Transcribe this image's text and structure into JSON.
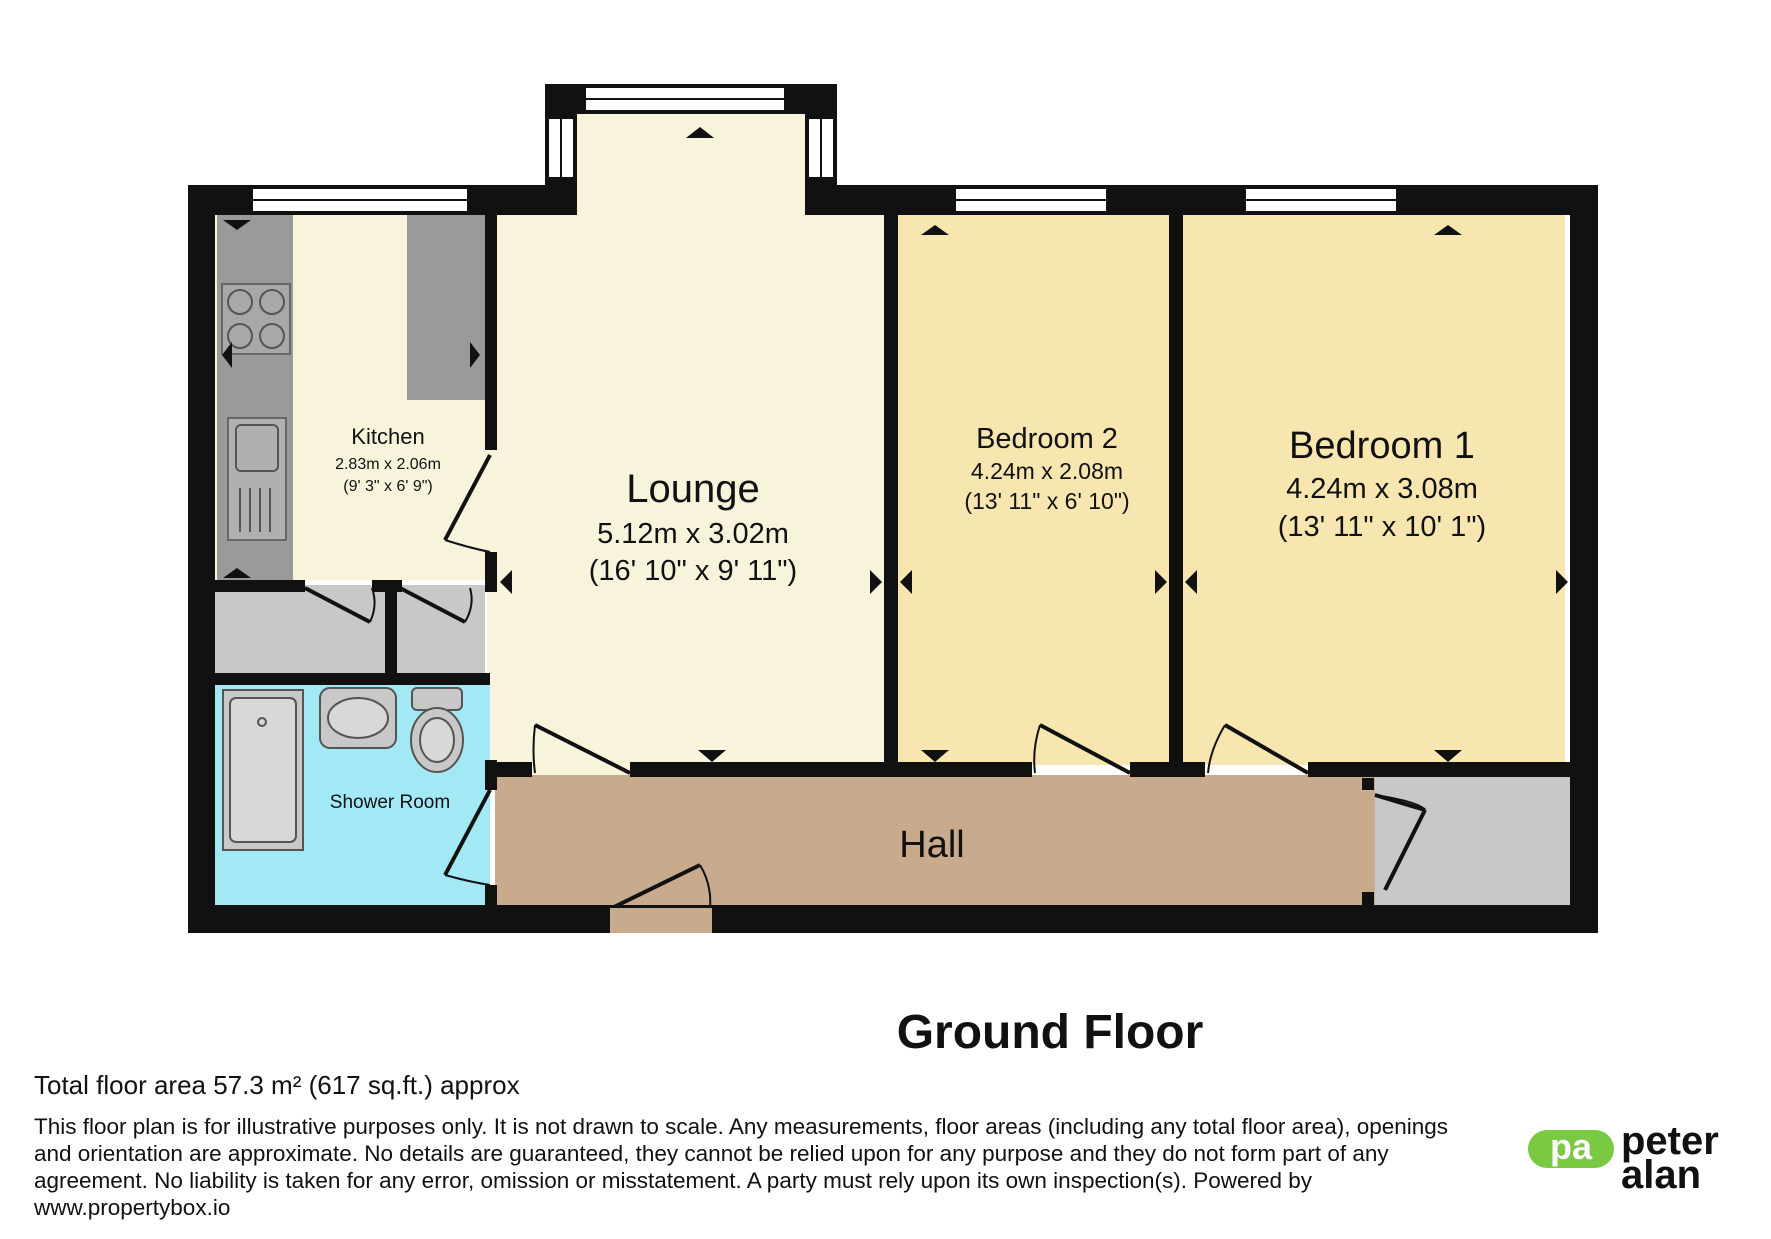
{
  "plan": {
    "rooms": [
      {
        "id": "kitchen",
        "name": "Kitchen",
        "dims_m": "2.83m x 2.06m",
        "dims_ft": "(9' 3\" x 6' 9\")"
      },
      {
        "id": "lounge",
        "name": "Lounge",
        "dims_m": "5.12m x 3.02m",
        "dims_ft": "(16' 10\" x 9' 11\")"
      },
      {
        "id": "bedroom2",
        "name": "Bedroom 2",
        "dims_m": "4.24m x 2.08m",
        "dims_ft": "(13' 11\" x 6' 10\")"
      },
      {
        "id": "bedroom1",
        "name": "Bedroom 1",
        "dims_m": "4.24m x 3.08m",
        "dims_ft": "(13' 11\" x 10' 1\")"
      },
      {
        "id": "shower",
        "name": "Shower Room"
      },
      {
        "id": "hall",
        "name": "Hall"
      }
    ],
    "colors": {
      "wall": "#111111",
      "lounge": "#f8f4dc",
      "kitchen": "#f8f4dc",
      "bedroom": "#f7e6b0",
      "hall": "#c8ab8c",
      "shower": "#a3e9f5",
      "storage": "#c8c8c8",
      "fixture": "#9a9a9a"
    }
  },
  "floor_title": "Ground Floor",
  "total_area": "Total floor area 57.3 m² (617 sq.ft.) approx",
  "disclaimer": "This floor plan is for illustrative purposes only. It is not drawn to scale. Any measurements, floor areas (including any total floor area), openings and orientation are approximate. No details are guaranteed, they cannot be relied upon for any purpose and they do not form part of any agreement. No liability is taken for any error, omission or misstatement. A party must rely upon its own inspection(s). Powered by www.propertybox.io",
  "logo": {
    "mark": "pa",
    "line1": "peter",
    "line2": "alan",
    "mark_color": "#7ac943"
  }
}
